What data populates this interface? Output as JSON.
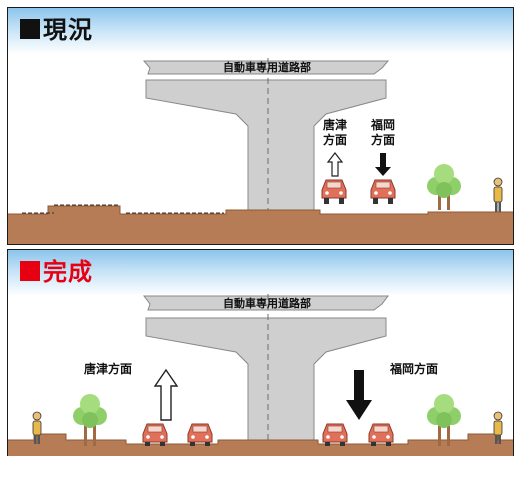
{
  "current": {
    "title": "現況",
    "title_color": "#111111",
    "marker_color": "#111111",
    "road_label": "自動車専用道路部",
    "dir_karatsu": [
      "唐津",
      "方面"
    ],
    "dir_fukuoka": [
      "福岡",
      "方面"
    ]
  },
  "completed": {
    "title": "完成",
    "title_color": "#e60012",
    "marker_color": "#e60012",
    "road_label": "自動車専用道路部",
    "dir_karatsu": "唐津方面",
    "dir_fukuoka": "福岡方面"
  },
  "colors": {
    "ground": "#b57c55",
    "ground_top": "#a06a45",
    "pier": "#cfcfcf",
    "pier_edge": "#8a8a8a",
    "car": "#e0705a",
    "tree": "#8fcf6a",
    "sky_band": "#8cc4ec"
  }
}
